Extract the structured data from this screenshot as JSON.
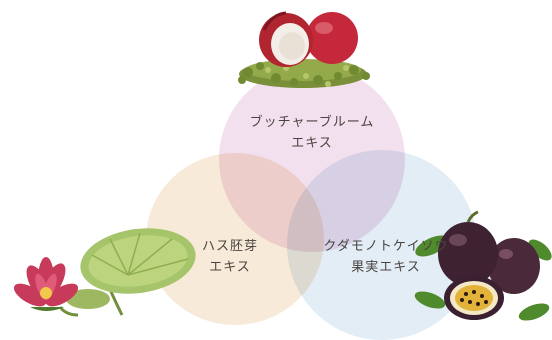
{
  "diagram": {
    "top": {
      "line1": "ブッチャーブルーム",
      "line2": "エキス",
      "color": "#f3e0ee",
      "illustration": "lychee-on-moss-icon"
    },
    "left": {
      "line1": "ハス胚芽",
      "line2": "エキス",
      "color": "#f8ead8",
      "illustration": "lotus-flower-and-leaf-icon"
    },
    "right": {
      "line1": "クダモノトケイソウ",
      "line2": "果実エキス",
      "color": "#e2edf6",
      "illustration": "passion-fruit-icon"
    }
  }
}
